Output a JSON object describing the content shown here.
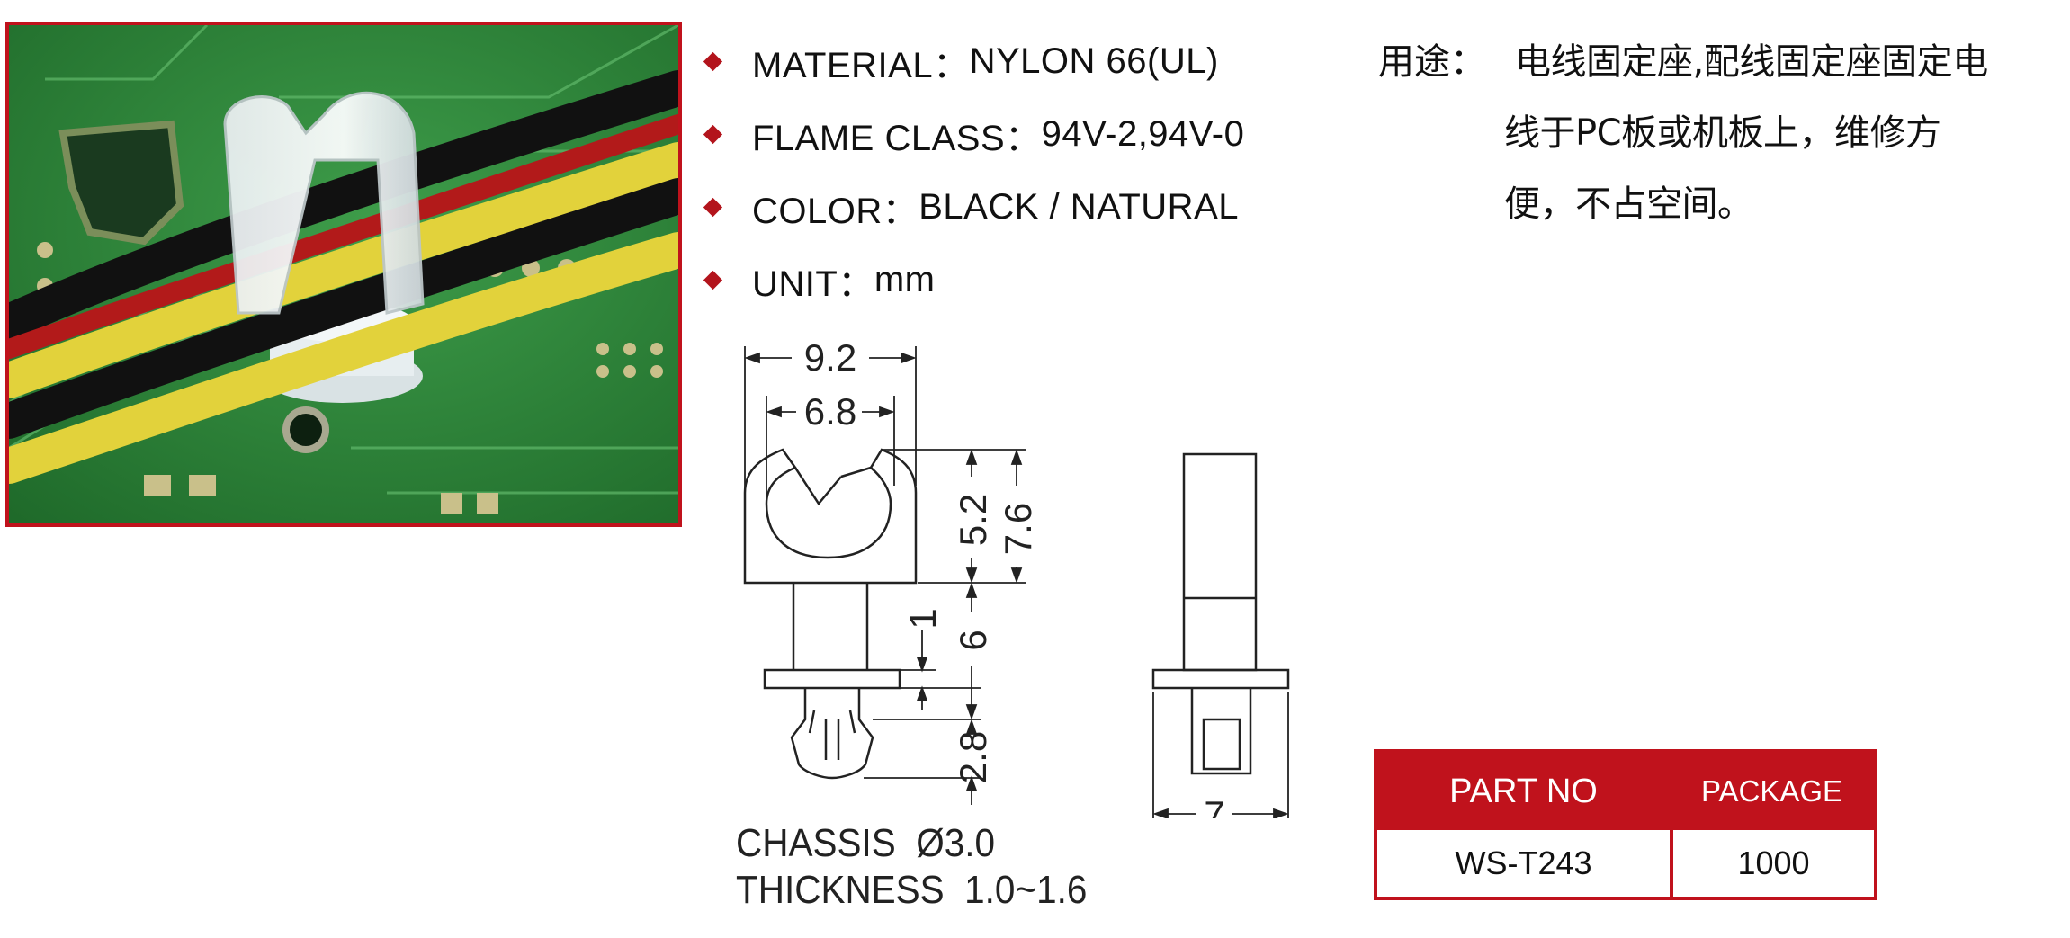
{
  "specs": [
    {
      "label": "MATERIAL：",
      "value": "NYLON 66(UL)"
    },
    {
      "label": "FLAME CLASS：",
      "value": "94V-2,94V-0"
    },
    {
      "label": "COLOR：",
      "value": "BLACK / NATURAL"
    },
    {
      "label": "UNIT：",
      "value": "mm"
    }
  ],
  "usage": {
    "label": "用途：",
    "lines": [
      "电线固定座,配线固定座固定电",
      "线于PC板或机板上，维修方",
      "便，不占空间。"
    ]
  },
  "dimensions": {
    "width_outer": "9.2",
    "width_inner": "6.8",
    "clip_height": "5.2",
    "total_top": "7.6",
    "stem": "6",
    "gap": "1",
    "tip": "2.8",
    "side_width": "7"
  },
  "chassis": {
    "line1": "CHASSIS  Ø3.0",
    "line2": "THICKNESS  1.0~1.6"
  },
  "table": {
    "headers": [
      "PART NO",
      "PACKAGE"
    ],
    "row": [
      "WS-T243",
      "1000"
    ]
  },
  "colors": {
    "accent": "#c0121c",
    "pcb_green": "#2f8a3a"
  }
}
